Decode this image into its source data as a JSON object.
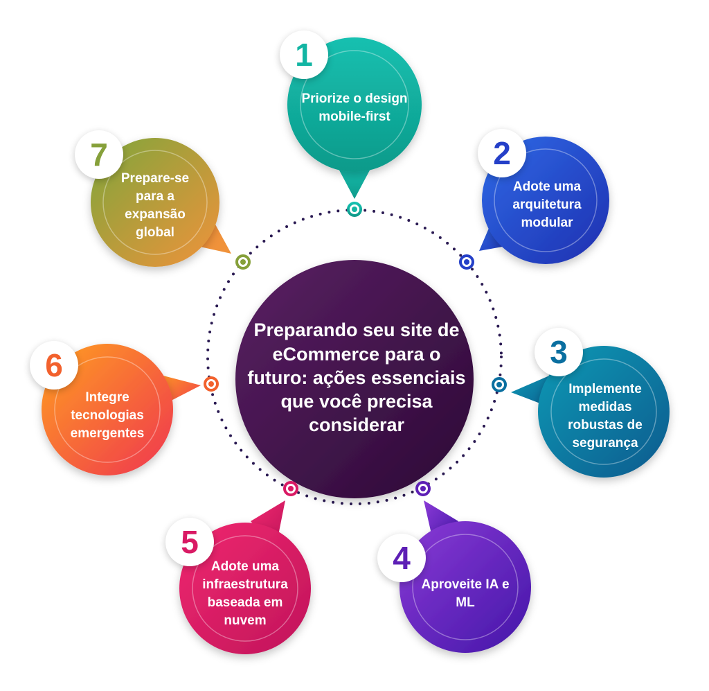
{
  "title": "Preparando seu site de eCommerce para o futuro: ações essenciais que você precisa considerar",
  "steps": [
    {
      "number": "1",
      "label": "Priorize o design mobile-first",
      "color": "#12b5a3"
    },
    {
      "number": "2",
      "label": "Adote uma arquitetura modular",
      "color": "#2540c8"
    },
    {
      "number": "3",
      "label": "Implemente medidas robustas de segurança",
      "color": "#0a6fa0"
    },
    {
      "number": "4",
      "label": "Aproveite IA e ML",
      "color": "#5d1fb5"
    },
    {
      "number": "5",
      "label": "Adote uma infraestrutura baseada em nuvem",
      "color": "#d91a64"
    },
    {
      "number": "6",
      "label": "Integre tecnologias emergentes",
      "color": "#f2612d"
    },
    {
      "number": "7",
      "label": "Prepare-se para a expansão global",
      "color": "#86a03a"
    }
  ]
}
